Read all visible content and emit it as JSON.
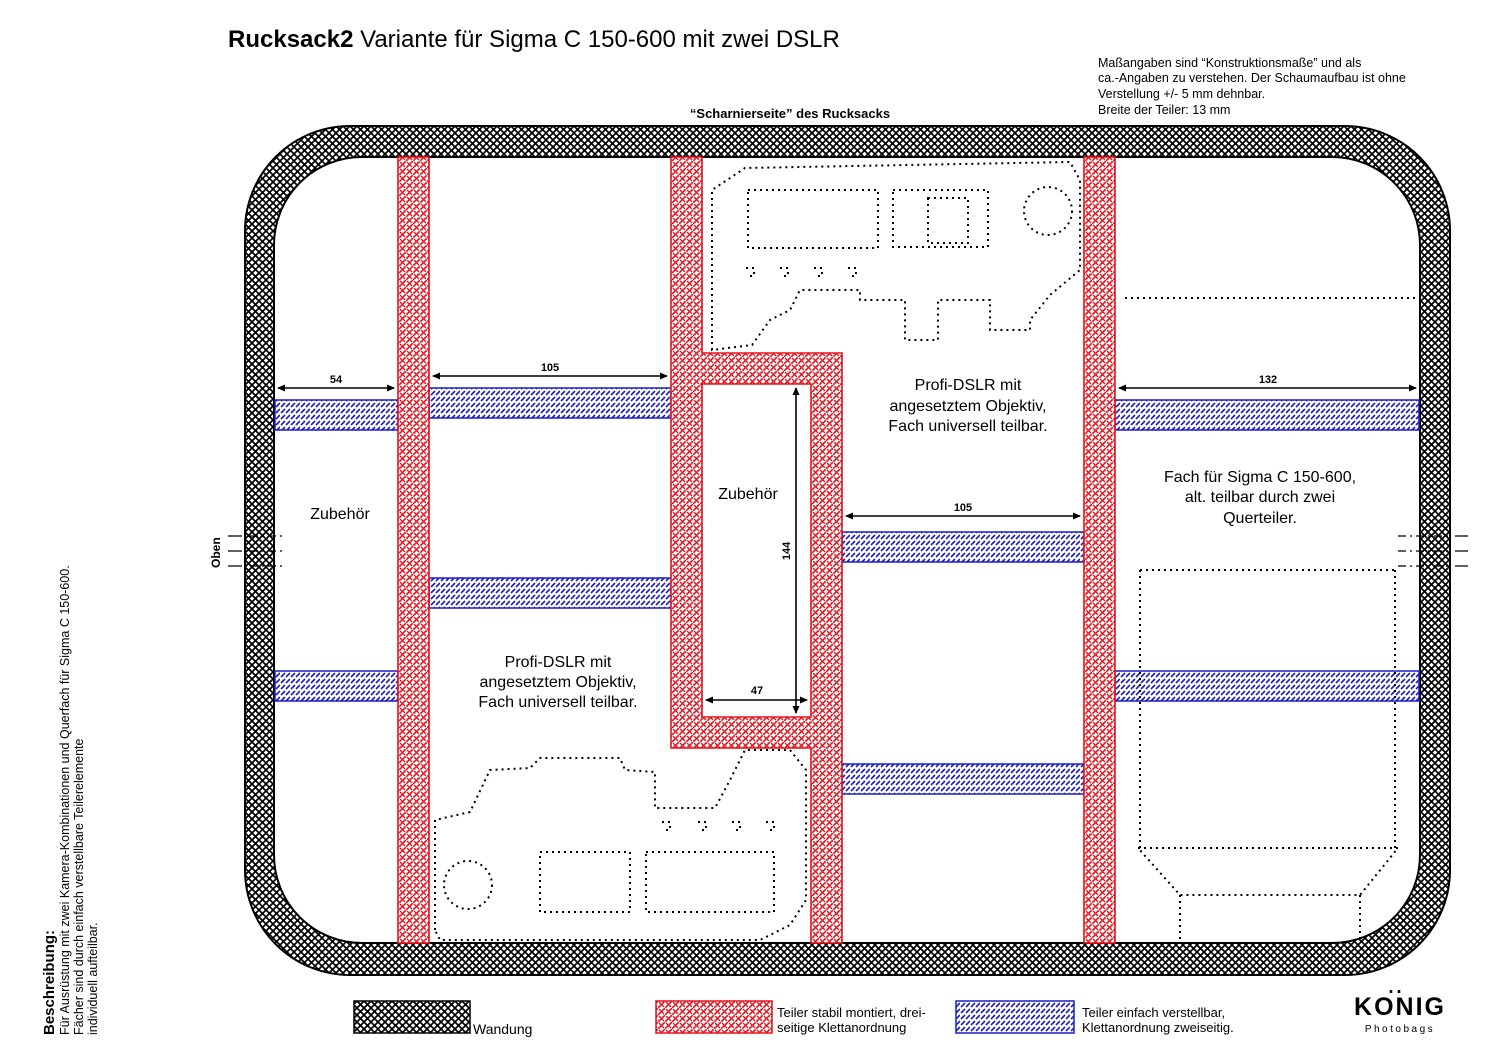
{
  "title": {
    "bold": "Rucksack2",
    "rest": " Variante für Sigma C 150-600 mit zwei DSLR"
  },
  "note": [
    "Maßangaben sind “Konstruktionsmaße” und als",
    "ca.-Angaben zu verstehen. Der Schaumaufbau ist ohne",
    "Verstellung +/- 5 mm dehnbar.",
    "Breite der Teiler: 13 mm"
  ],
  "hinge_label": "“Scharnierseite” des Rucksacks",
  "top_label": "Oben",
  "compartments": {
    "left_accessory": "Zubehör",
    "center_accessory": "Zubehör",
    "dslr_upper": [
      "Profi-DSLR mit",
      "angesetztem Objektiv,",
      "Fach universell teilbar."
    ],
    "dslr_lower": [
      "Profi-DSLR mit",
      "angesetztem Objektiv,",
      "Fach universell teilbar."
    ],
    "sigma": [
      "Fach für Sigma C 150-600,",
      "alt. teilbar durch zwei",
      "Querteiler."
    ]
  },
  "dimensions": {
    "left_width": "54",
    "second_width": "105",
    "right_width": "132",
    "center_right_width": "105",
    "inner_height": "144",
    "inner_width": "47"
  },
  "description": {
    "heading": "Beschreibung:",
    "lines": [
      "Für Ausrüstung mit zwei Kamera-Kombinationen und Querfach für Sigma C 150-600.",
      "Fächer sind durch einfach verstellbare Teilerelemente",
      "individuell aufteilbar."
    ]
  },
  "legend": {
    "wall": "Wandung",
    "fixed": [
      "Teiler stabil montiert, drei-",
      "seitige Klettanordnung"
    ],
    "adjustable": [
      "Teiler einfach verstellbar,",
      "Klettanordnung zweiseitig."
    ]
  },
  "logo": {
    "brand": "KONIG",
    "sub": "Photobags"
  },
  "colors": {
    "fixed_divider": "#e8101a",
    "adjustable_divider": "#1c1cc8",
    "wall": "#000000"
  }
}
